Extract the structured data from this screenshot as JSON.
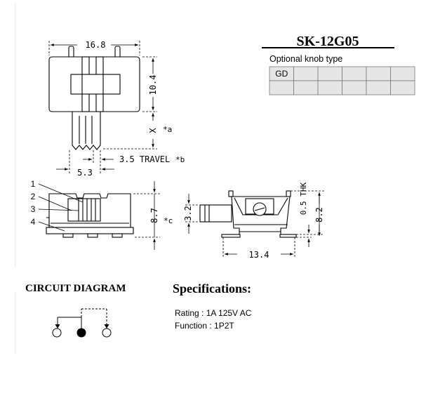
{
  "part_number": "SK-12G05",
  "optional_knob": {
    "label": "Optional knob type",
    "cells": [
      "GD",
      "",
      "",
      "",
      "",
      "",
      "",
      "",
      "",
      "",
      "",
      ""
    ]
  },
  "top_view": {
    "width_dim": "16.8",
    "height_dim": "10.4",
    "x_dim": "X",
    "x_note": "*a",
    "knob_offset_dim": "5.3",
    "travel_dim": "3.5 TRAVEL",
    "travel_note": "*b"
  },
  "side_view": {
    "callouts": [
      "1",
      "2",
      "3",
      "4"
    ],
    "height_dim": "8.7",
    "height_note": "*c"
  },
  "end_view": {
    "knob_dim": "3.2",
    "thk_dim": "0.5 THK",
    "height_dim": "8.2",
    "width_dim": "13.4"
  },
  "circuit": {
    "title": "CIRCUIT DIAGRAM"
  },
  "specifications": {
    "title": "Specifications:",
    "rating": "Rating : 1A 125V AC",
    "function": "Function : 1P2T"
  }
}
